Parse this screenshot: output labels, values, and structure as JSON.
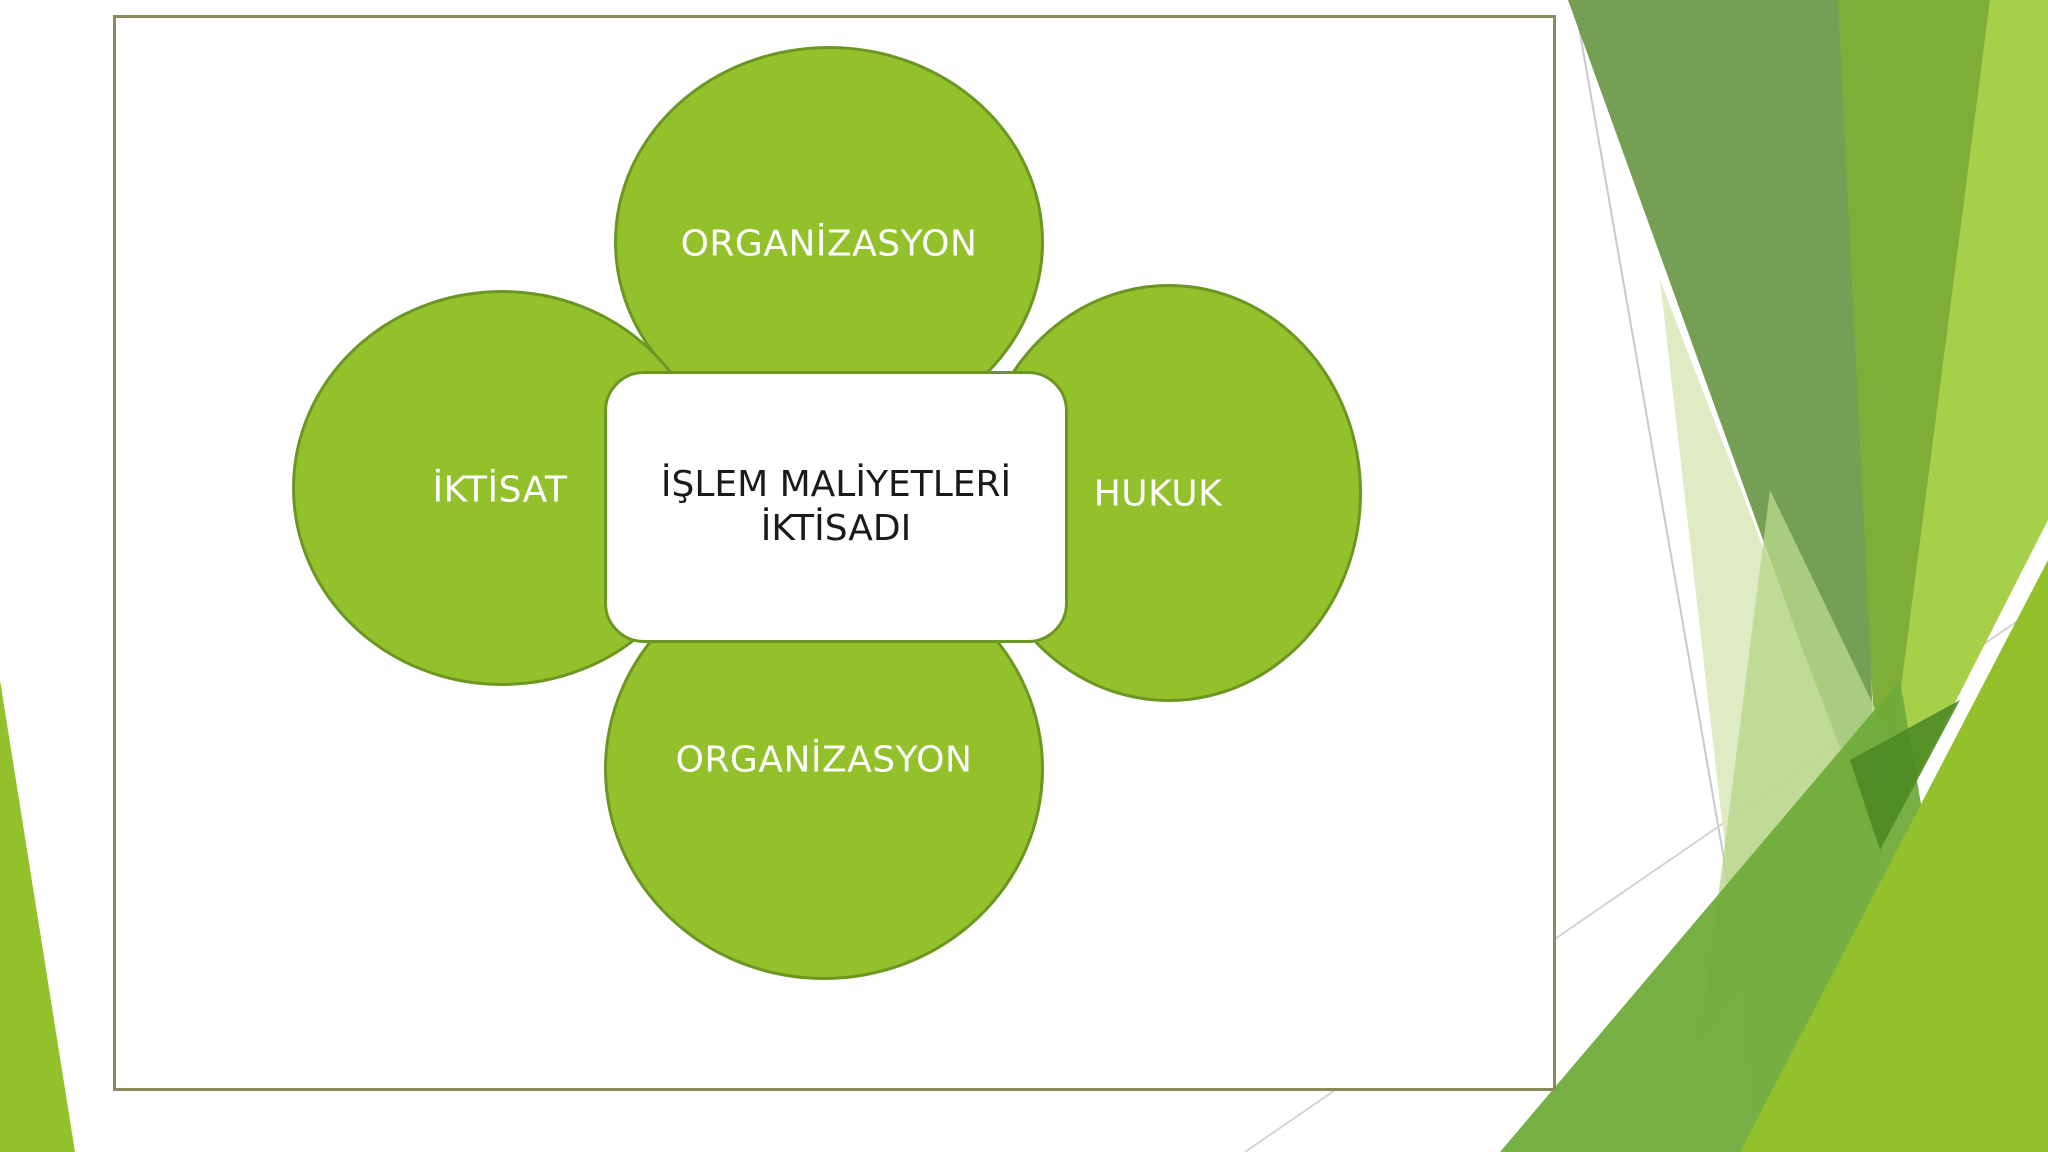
{
  "diagram": {
    "center": "İŞLEM MALİYETLERİ\nİKTİSADI",
    "top": "ORGANİZASYON",
    "left": "İKTİSAT",
    "right": "HUKUK",
    "bottom": "ORGANİZASYON"
  },
  "colors": {
    "petal_fill": "#93c12c",
    "petal_stroke": "#6c9622",
    "frame_border": "#8a8a5a",
    "accent_dark": "#5f8f37",
    "accent_light": "#a6cf4a"
  }
}
